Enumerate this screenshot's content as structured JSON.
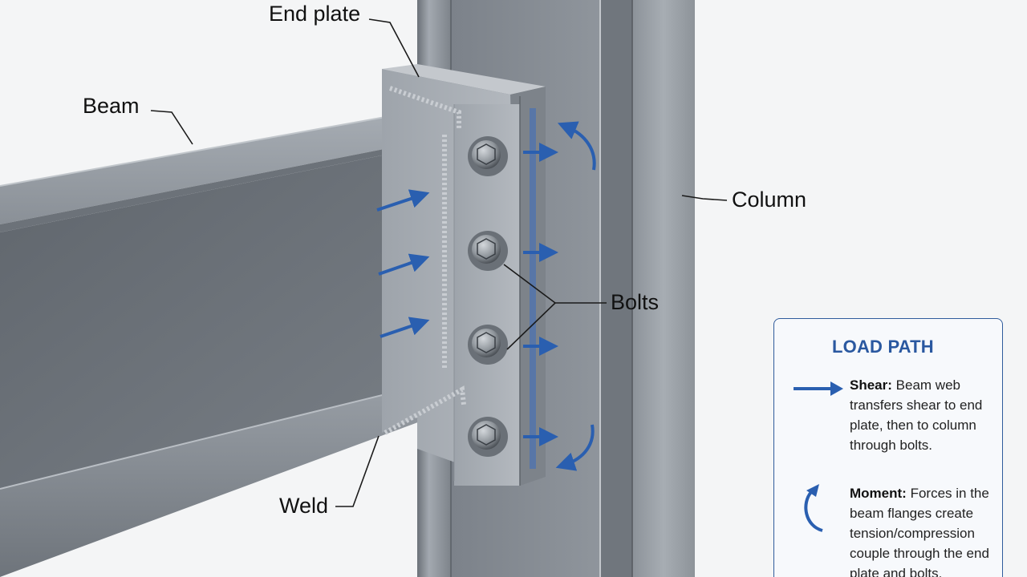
{
  "labels": {
    "end_plate": "End plate",
    "beam": "Beam",
    "column": "Column",
    "bolts": "Bolts",
    "weld": "Weld"
  },
  "legend": {
    "title": "LOAD PATH",
    "shear": {
      "term": "Shear:",
      "text": "Beam web transfers shear to end plate, then to column through bolts."
    },
    "moment": {
      "term": "Moment:",
      "text": "Forces in the beam flanges create tension/compression couple through the end plate and bolts."
    }
  },
  "colors": {
    "accent": "#2a5fb0",
    "steel": "#8a9098",
    "background": "#f4f5f6"
  },
  "icons": {
    "shear": "right-arrow-icon",
    "moment": "curved-arrow-icon"
  }
}
